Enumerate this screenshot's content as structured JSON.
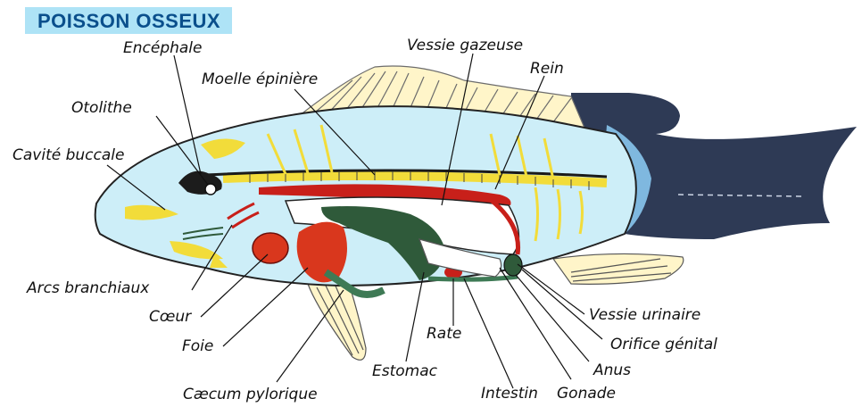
{
  "title": "POISSON OSSEUX",
  "labels": {
    "encephale": "Encéphale",
    "vessie_gazeuse": "Vessie gazeuse",
    "rein": "Rein",
    "moelle": "Moelle épinière",
    "otolithe": "Otolithe",
    "cavite": "Cavité buccale",
    "arcs": "Arcs branchiaux",
    "coeur": "Cœur",
    "foie": "Foie",
    "caecum": "Cæcum pylorique",
    "estomac": "Estomac",
    "rate": "Rate",
    "intestin": "Intestin",
    "gonade": "Gonade",
    "anus": "Anus",
    "orifice": "Orifice génital",
    "vessie_urinaire": "Vessie urinaire"
  },
  "colors": {
    "body_fill": "#cdeef8",
    "bone": "#f2dc3a",
    "tail": "#2e3a55",
    "liver_heart": "#d9371d",
    "stomach": "#2f5a3a",
    "kidney": "#c8201a"
  }
}
